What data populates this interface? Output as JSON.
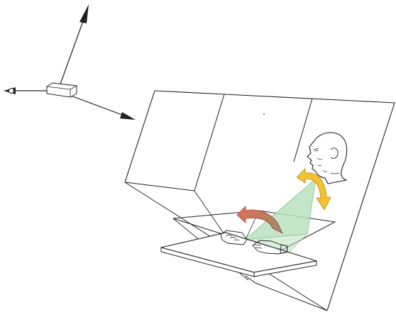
{
  "figure": {
    "elements": [
      {
        "name": "coordinate-axes",
        "kind": "axis-triad"
      },
      {
        "name": "workspace-frame",
        "kind": "wireframe-box"
      },
      {
        "name": "operator-head",
        "kind": "illustration"
      },
      {
        "name": "operator-hands",
        "kind": "illustration"
      },
      {
        "name": "field-of-view-beam",
        "kind": "translucent-cone"
      },
      {
        "name": "head-rotation-arrow",
        "kind": "curved-double-arrow"
      },
      {
        "name": "hand-rotation-arrow",
        "kind": "curved-arrow"
      }
    ],
    "colors": {
      "line": "#222222",
      "beam_fill": "#b9e2bf",
      "beam_stroke": "#8bbf90",
      "head_arrow": "#f2c230",
      "head_arrow_stroke": "#b88a0a",
      "hand_arrow": "#e36e5a",
      "hand_arrow_stroke": "#a84030",
      "arrow_grad_end": "#9a8a68",
      "platform_fill": "#ffffff"
    }
  }
}
